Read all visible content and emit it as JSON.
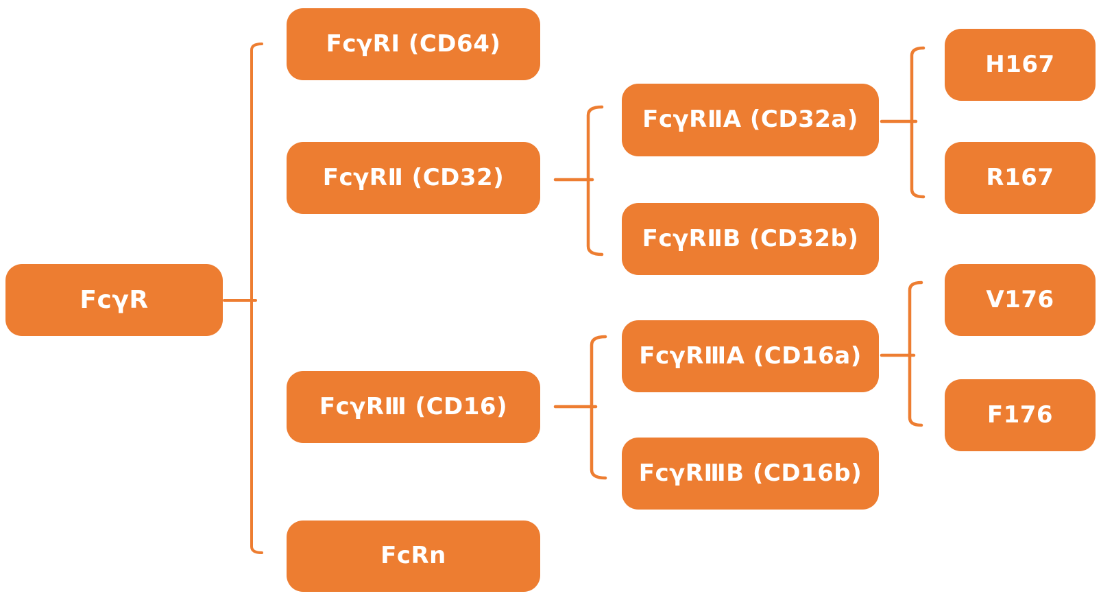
{
  "colors": {
    "node_fill": "#ED7D31",
    "node_text": "#FFFFFF",
    "connector": "#ED7D31",
    "background": "#FFFFFF"
  },
  "nodes": {
    "fcgr": {
      "label": "FcγR"
    },
    "fcgr1": {
      "label": "FcγRⅠ (CD64)"
    },
    "fcgr2": {
      "label": "FcγRⅡ (CD32)"
    },
    "fcgr3": {
      "label": "FcγRⅢ (CD16)"
    },
    "fcrn": {
      "label": "FcRn"
    },
    "fcgr2a": {
      "label": "FcγRⅡA (CD32a)"
    },
    "fcgr2b": {
      "label": "FcγRⅡB (CD32b)"
    },
    "fcgr3a": {
      "label": "FcγRⅢA (CD16a)"
    },
    "fcgr3b": {
      "label": "FcγRⅢB (CD16b)"
    },
    "h167": {
      "label": "H167"
    },
    "r167": {
      "label": "R167"
    },
    "v176": {
      "label": "V176"
    },
    "f176": {
      "label": "F176"
    }
  },
  "hierarchy": [
    {
      "parent": "FcγR",
      "children": [
        "FcγRⅠ (CD64)",
        "FcγRⅡ (CD32)",
        "FcγRⅢ (CD16)",
        "FcRn"
      ]
    },
    {
      "parent": "FcγRⅡ (CD32)",
      "children": [
        "FcγRⅡA (CD32a)",
        "FcγRⅡB (CD32b)"
      ]
    },
    {
      "parent": "FcγRⅢ (CD16)",
      "children": [
        "FcγRⅢA (CD16a)",
        "FcγRⅢB (CD16b)"
      ]
    },
    {
      "parent": "FcγRⅡA (CD32a)",
      "children": [
        "H167",
        "R167"
      ]
    },
    {
      "parent": "FcγRⅢA (CD16a)",
      "children": [
        "V176",
        "F176"
      ]
    }
  ]
}
